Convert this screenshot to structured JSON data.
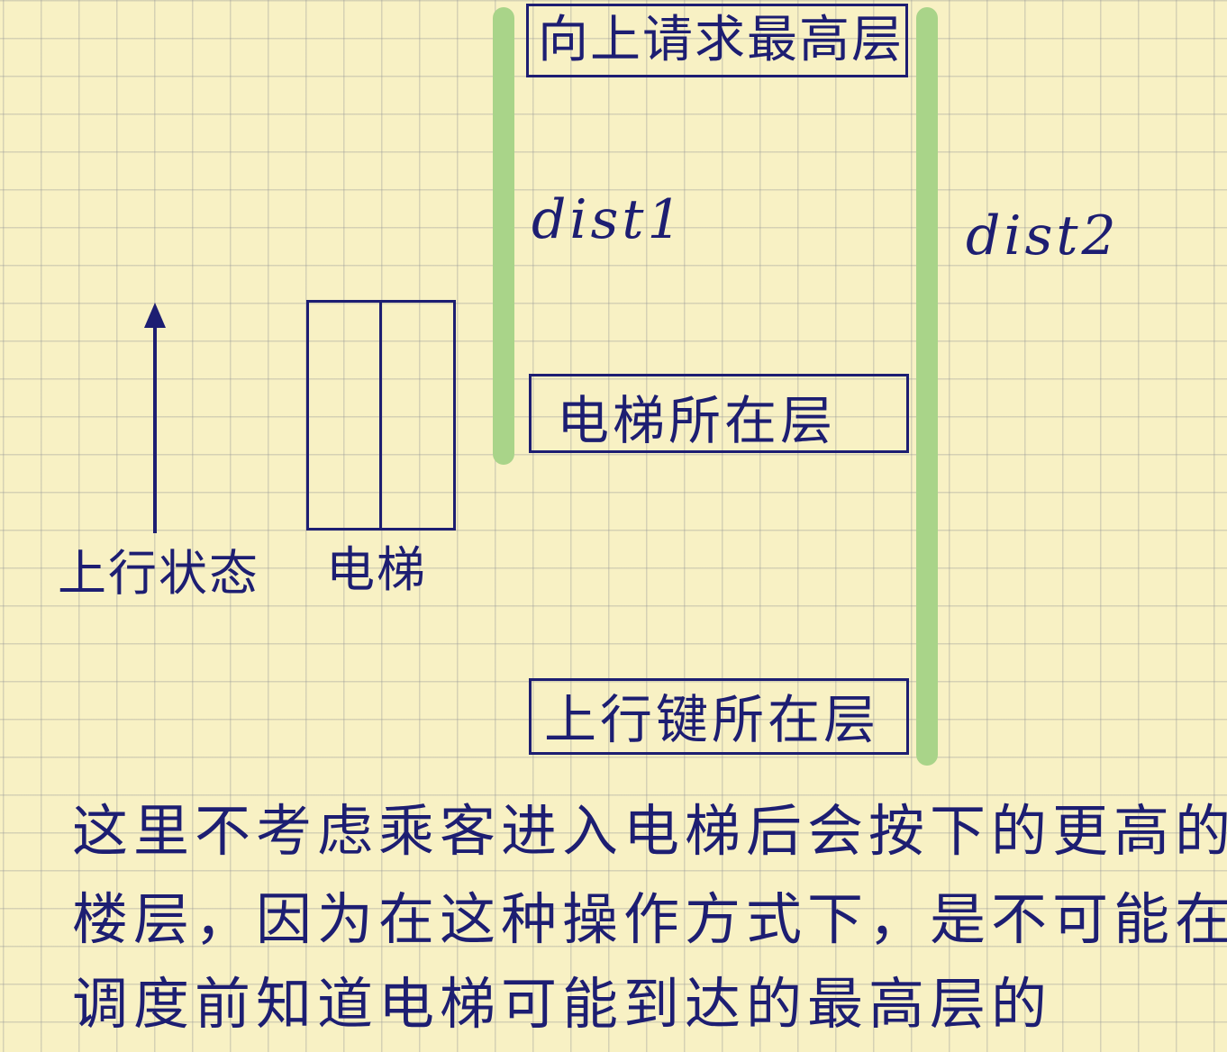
{
  "labels": {
    "up_state": "上行状态",
    "elevator": "电梯",
    "highest_up_request_floor": "向上请求最高层",
    "elevator_floor": "电梯所在层",
    "up_button_floor": "上行键所在层",
    "dist1": "dist1",
    "dist2": "dist2"
  },
  "note": {
    "line1": "这里不考虑乘客进入电梯后会按下的更高的",
    "line2": "楼层，因为在这种操作方式下，是不可能在",
    "line3": "调度前知道电梯可能到达的最高层的"
  },
  "colors": {
    "ink": "#1d1e72",
    "highlight": "#a9d489",
    "paper": "#f8f1c4",
    "grid": "#b4b09a"
  }
}
